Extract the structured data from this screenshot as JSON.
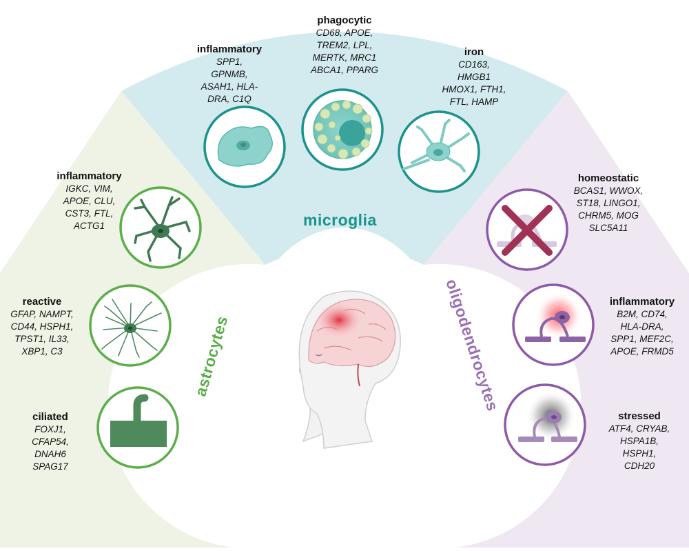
{
  "groups": {
    "microglia": {
      "name": "microglia",
      "color": "#1b938c",
      "states": [
        {
          "title": "inflammatory",
          "genes": [
            "SPP1,",
            "GPNMB,",
            "ASAH1, HLA-",
            "DRA, C1Q"
          ]
        },
        {
          "title": "phagocytic",
          "genes": [
            "CD68, APOE,",
            "TREM2, LPL,",
            "MERTK, MRC1",
            "ABCA1, PPARG"
          ]
        },
        {
          "title": "iron",
          "genes": [
            "CD163,",
            "HMGB1",
            "HMOX1, FTH1,",
            "FTL, HAMP"
          ]
        }
      ]
    },
    "astrocytes": {
      "name": "astrocytes",
      "color": "#5cae4a",
      "states": [
        {
          "title": "inflammatory",
          "genes": [
            "IGKC, VIM,",
            "APOE, CLU,",
            "CST3, FTL,",
            "ACTG1"
          ]
        },
        {
          "title": "reactive",
          "genes": [
            "GFAP, NAMPT,",
            "CD44, HSPH1,",
            "TPST1, IL33,",
            "XBP1, C3"
          ]
        },
        {
          "title": "ciliated",
          "genes": [
            "FOXJ1,",
            "CFAP54,",
            "DNAH6",
            "SPAG17"
          ]
        }
      ]
    },
    "oligodendrocytes": {
      "name": "oligodendrocytes",
      "color": "#9b6fb5",
      "states": [
        {
          "title": "homeostatic",
          "genes": [
            "BCAS1, WWOX,",
            "ST18, LINGO1,",
            "CHRM5, MOG",
            "SLC5A11"
          ]
        },
        {
          "title": "inflammatory",
          "genes": [
            "B2M, CD74,",
            "HLA-DRA,",
            "SPP1, MEF2C,",
            "APOE, FRMD5"
          ]
        },
        {
          "title": "stressed",
          "genes": [
            "ATF4, CRYAB,",
            "HSPA1B,",
            "HSPH1,",
            "CDH20"
          ]
        }
      ]
    }
  },
  "colors": {
    "astro_bg": "#eef3e6",
    "micro_bg": "#d3ebee",
    "oligo_bg": "#efe8f3",
    "astro_ring": "#5cae4a",
    "micro_ring": "#1b938c",
    "oligo_ring": "#8e5aa8"
  }
}
